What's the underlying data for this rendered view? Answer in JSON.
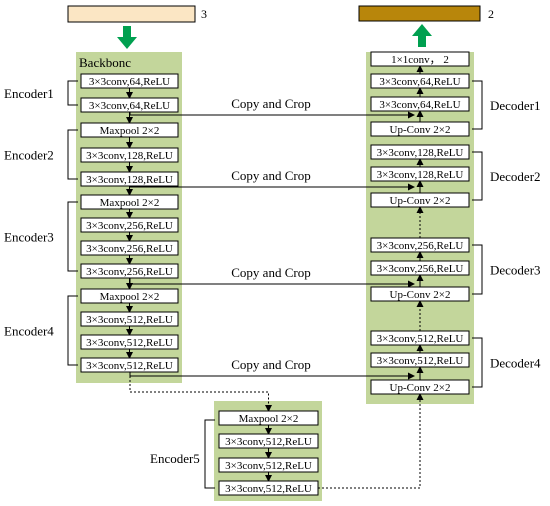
{
  "input": {
    "channels": "3",
    "color": "#fbe6c4"
  },
  "output": {
    "channels": "2",
    "color": "#b8860b"
  },
  "accent": {
    "green": "#00a050",
    "panel": "#c3d69b",
    "final_block": "#fcd96a"
  },
  "backbone_label": "Backbonc",
  "encoder": {
    "blocks": [
      "3×3conv,64,ReLU",
      "3×3conv,64,ReLU",
      "Maxpool 2×2",
      "3×3conv,128,ReLU",
      "3×3conv,128,ReLU",
      "Maxpool 2×2",
      "3×3conv,256,ReLU",
      "3×3conv,256,ReLU",
      "3×3conv,256,ReLU",
      "Maxpool 2×2",
      "3×3conv,512,ReLU",
      "3×3conv,512,ReLU",
      "3×3conv,512,ReLU"
    ],
    "groups": [
      "Encoder1",
      "Encoder2",
      "Encoder3",
      "Encoder4"
    ]
  },
  "encoder5": {
    "label": "Encoder5",
    "blocks": [
      "Maxpool 2×2",
      "3×3conv,512,ReLU",
      "3×3conv,512,ReLU",
      "3×3conv,512,ReLU"
    ]
  },
  "decoder": {
    "final_block": "1×1conv， 2",
    "blocks": [
      "3×3conv,64,ReLU",
      "3×3conv,64,ReLU",
      "Up-Conv 2×2",
      "3×3conv,128,ReLU",
      "3×3conv,128,ReLU",
      "Up-Conv 2×2",
      "3×3conv,256,ReLU",
      "3×3conv,256,ReLU",
      "Up-Conv 2×2",
      "3×3conv,512,ReLU",
      "3×3conv,512,ReLU",
      "Up-Conv 2×2"
    ],
    "groups": [
      "Decoder1",
      "Decoder2",
      "Decoder3",
      "Decoder4"
    ]
  },
  "skip_label": "Copy and Crop"
}
